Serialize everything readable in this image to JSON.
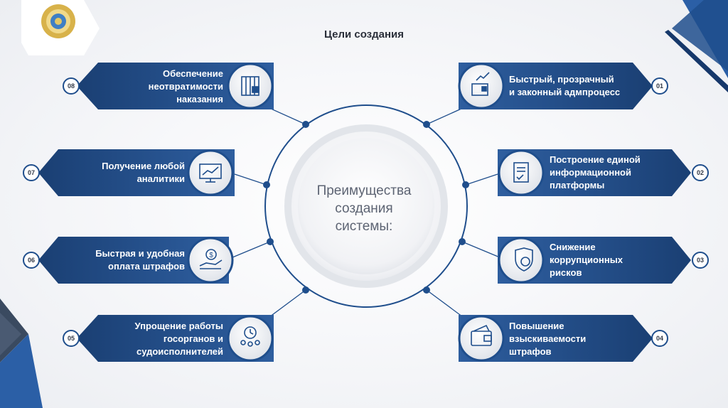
{
  "title": "Цели создания",
  "center": {
    "line1": "Преимущества",
    "line2": "создания",
    "line3": "системы:"
  },
  "items": [
    {
      "num": "01",
      "line1": "Быстрый, прозрачный",
      "line2": "и законный адмпроцесс",
      "line3": "",
      "icon": "chart-tablet-icon"
    },
    {
      "num": "02",
      "line1": "Построение единой",
      "line2": "информационной",
      "line3": "платформы",
      "icon": "document-check-icon"
    },
    {
      "num": "03",
      "line1": "Снижение",
      "line2": "коррупционных",
      "line3": "рисков",
      "icon": "shield-coin-icon"
    },
    {
      "num": "04",
      "line1": "Повышение",
      "line2": "взыскиваемости",
      "line3": "штрафов",
      "icon": "wallet-icon"
    },
    {
      "num": "05",
      "line1": "Упрощение работы",
      "line2": "госорганов и",
      "line3": "судоисполнителей",
      "icon": "team-clock-icon"
    },
    {
      "num": "06",
      "line1": "Быстрая и удобная",
      "line2": "оплата штрафов",
      "line3": "",
      "icon": "hand-coin-icon"
    },
    {
      "num": "07",
      "line1": "Получение любой",
      "line2": "аналитики",
      "line3": "",
      "icon": "analytics-monitor-icon"
    },
    {
      "num": "08",
      "line1": "Обеспечение",
      "line2": "неотвратимости",
      "line3": "наказания",
      "icon": "prison-bars-icon"
    }
  ],
  "colors": {
    "primary": "#1f4e8c",
    "primary_dark": "#1a3f73",
    "accent_light": "#2e6bb8",
    "text_dark": "#2a2f3a"
  }
}
